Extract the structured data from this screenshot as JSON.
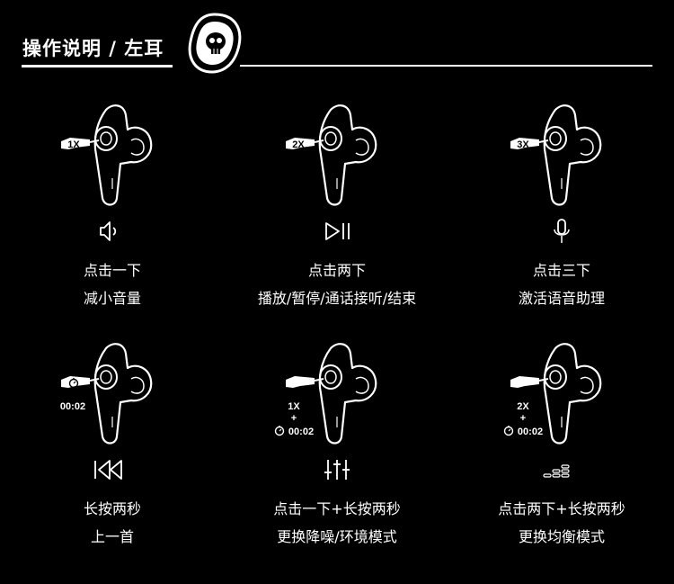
{
  "header": {
    "title": "操作说明 / 左耳"
  },
  "controls": [
    {
      "press_label": "1X",
      "icon": "volume-down-icon",
      "action": "点击一下",
      "result": "减小音量"
    },
    {
      "press_label": "2X",
      "icon": "play-pause-icon",
      "action": "点击两下",
      "result": "播放/暂停/通话接听/结束"
    },
    {
      "press_label": "3X",
      "icon": "microphone-icon",
      "action": "点击三下",
      "result": "激活语音助理"
    },
    {
      "timer": "00:02",
      "icon": "previous-track-icon",
      "action": "长按两秒",
      "result": "上一首"
    },
    {
      "count": "1X",
      "plus": "+",
      "timer": "00:02",
      "icon": "equalizer-icon",
      "action": "点击一下+长按两秒",
      "result": "更换降噪/环境模式"
    },
    {
      "count": "2X",
      "plus": "+",
      "timer": "00:02",
      "icon": "eq-mode-icon",
      "action": "点击两下+长按两秒",
      "result": "更换均衡模式"
    }
  ]
}
